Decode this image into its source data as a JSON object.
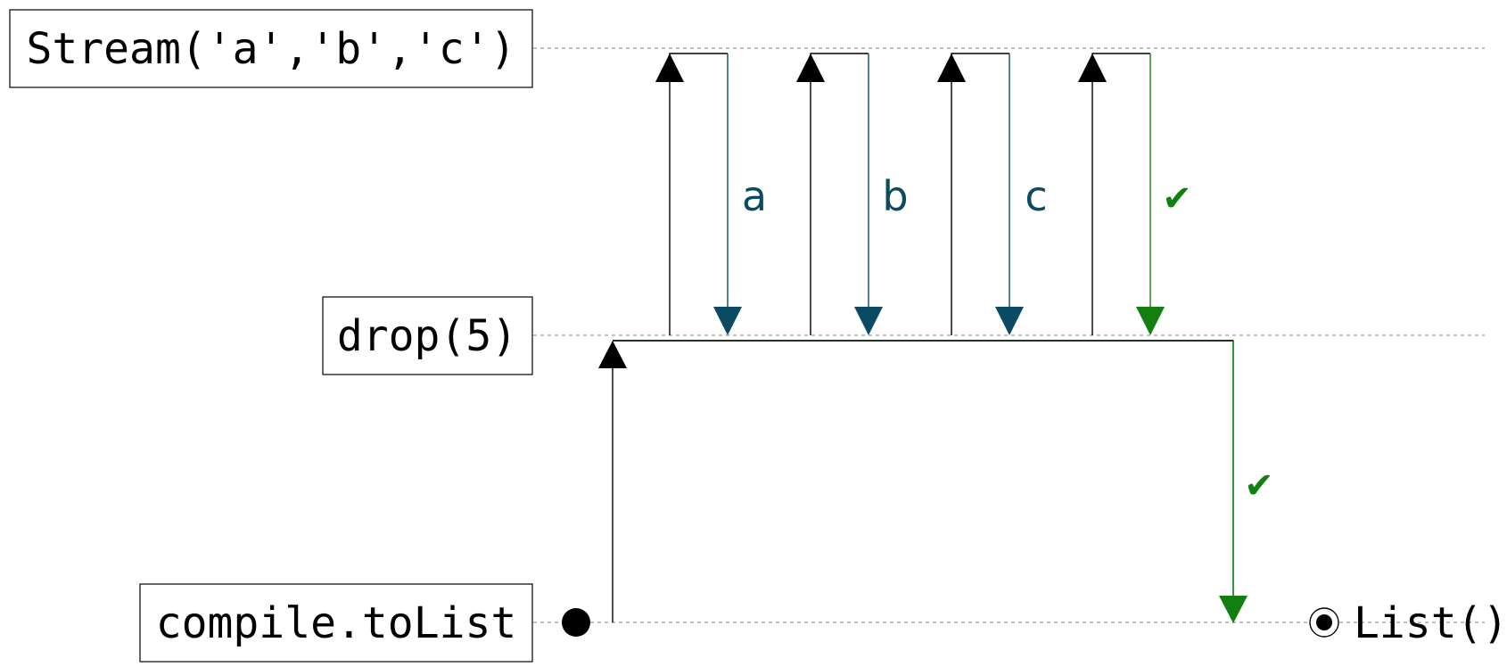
{
  "stages": {
    "source": "Stream('a','b','c')",
    "op": "drop(5)",
    "sink": "compile.toList"
  },
  "requests": [
    {
      "value": "a",
      "kind": "element"
    },
    {
      "value": "b",
      "kind": "element"
    },
    {
      "value": "c",
      "kind": "element"
    },
    {
      "value": "✔",
      "kind": "complete"
    }
  ],
  "final": {
    "value": "✔",
    "kind": "complete"
  },
  "result": "List()",
  "colors": {
    "element": "#0b4a63",
    "complete": "#118011",
    "request": "#000000",
    "gridline": "#9a9a9a"
  },
  "icons": {
    "start": "filled-circle-icon",
    "end": "target-circle-icon"
  }
}
